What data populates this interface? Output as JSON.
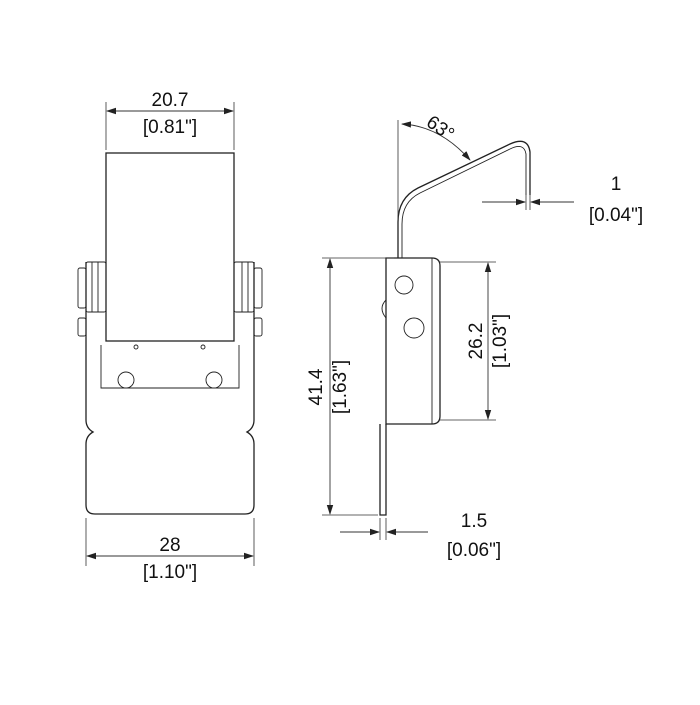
{
  "front_view": {
    "top_width": {
      "metric": "20.7",
      "imperial": "[0.81\"]"
    },
    "bottom_width": {
      "metric": "28",
      "imperial": "[1.10\"]"
    }
  },
  "side_view": {
    "angle": {
      "value": "63°"
    },
    "wire_diameter": {
      "metric": "1",
      "imperial": "[0.04\"]"
    },
    "total_height": {
      "metric": "41.4",
      "imperial": "[1.63\"]"
    },
    "body_height": {
      "metric": "26.2",
      "imperial": "[1.03\"]"
    },
    "plate_thickness": {
      "metric": "1.5",
      "imperial": "[0.06\"]"
    }
  }
}
